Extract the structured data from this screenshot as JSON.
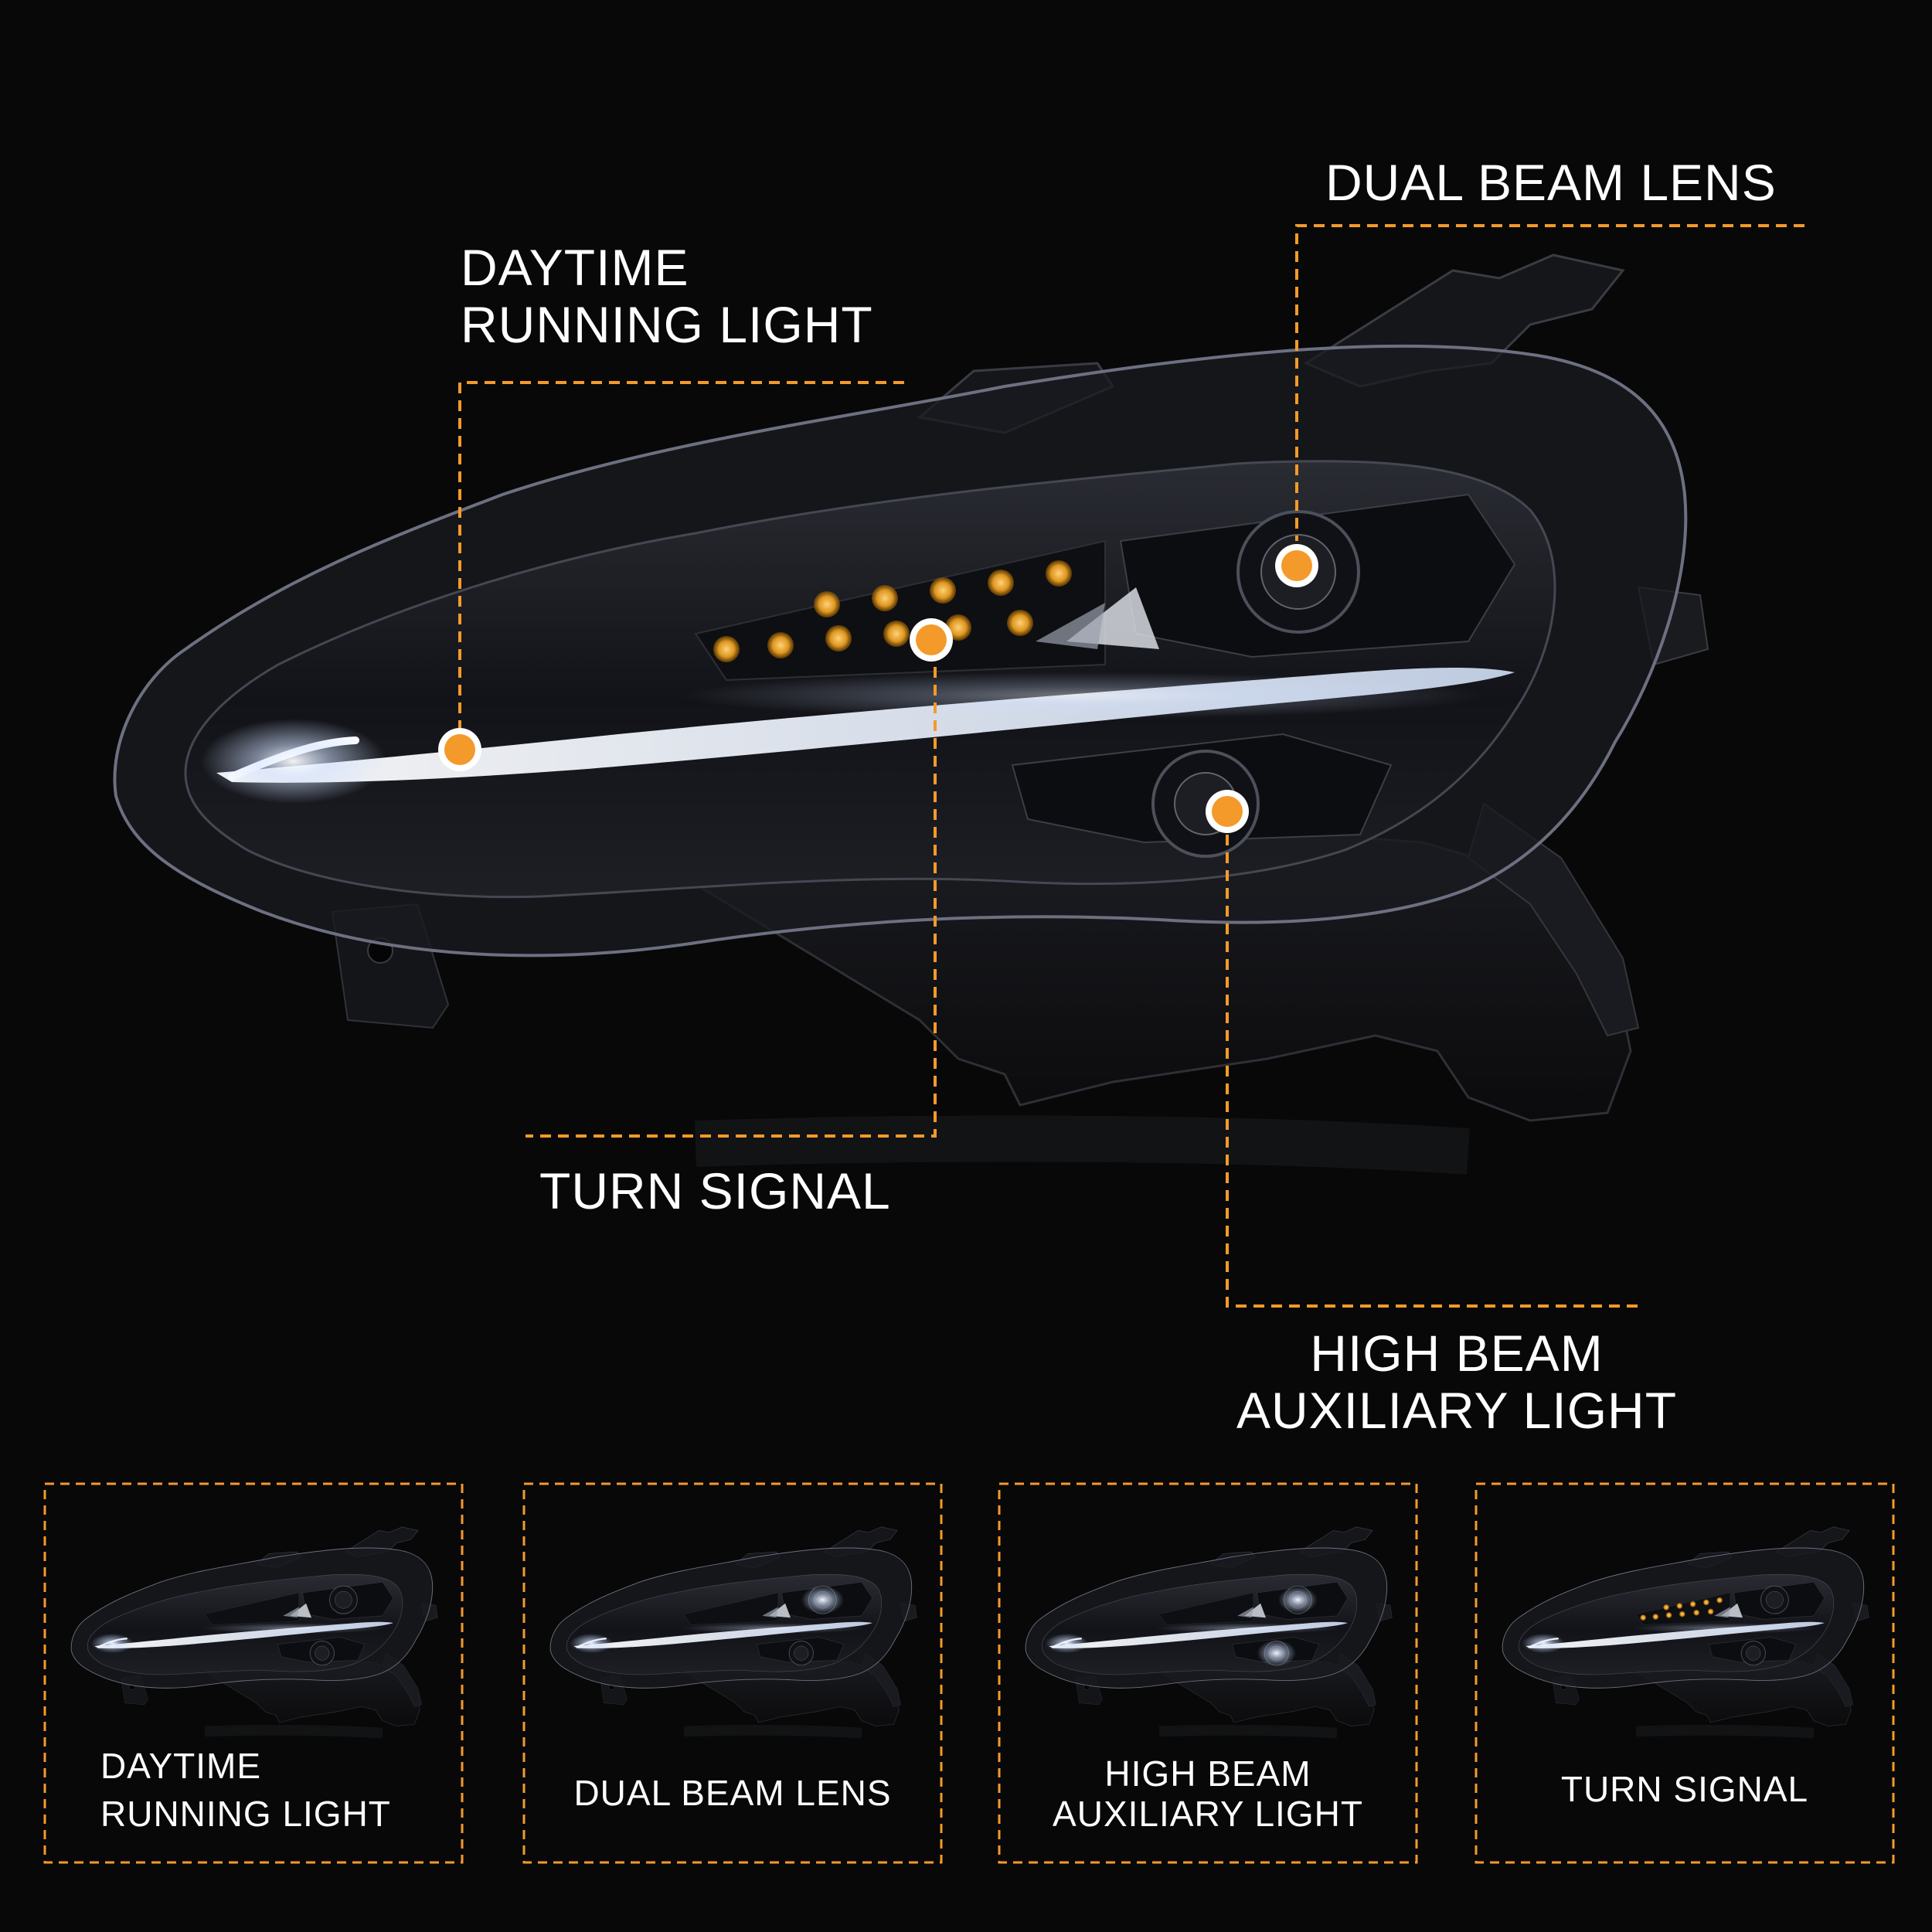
{
  "colors": {
    "background": "#080808",
    "accent": "#f39a2b",
    "text": "#ffffff",
    "drl": "#e8f0ff",
    "turn_led": "#f5a623"
  },
  "callouts": {
    "drl": {
      "line1": "DAYTIME",
      "line2": "RUNNING LIGHT"
    },
    "dual_beam": {
      "line1": "DUAL BEAM LENS"
    },
    "turn": {
      "line1": "TURN SIGNAL"
    },
    "high_beam": {
      "line1": "HIGH BEAM",
      "line2": "AUXILIARY LIGHT"
    }
  },
  "thumbnails": [
    {
      "icon": "headlight-drl-on-image",
      "line1": "DAYTIME",
      "line2": "RUNNING LIGHT"
    },
    {
      "icon": "headlight-dual-beam-on-image",
      "line1": "DUAL BEAM LENS"
    },
    {
      "icon": "headlight-high-beam-on-image",
      "line1": "HIGH BEAM",
      "line2": "AUXILIARY LIGHT"
    },
    {
      "icon": "headlight-turn-signal-on-image",
      "line1": "TURN SIGNAL"
    }
  ]
}
